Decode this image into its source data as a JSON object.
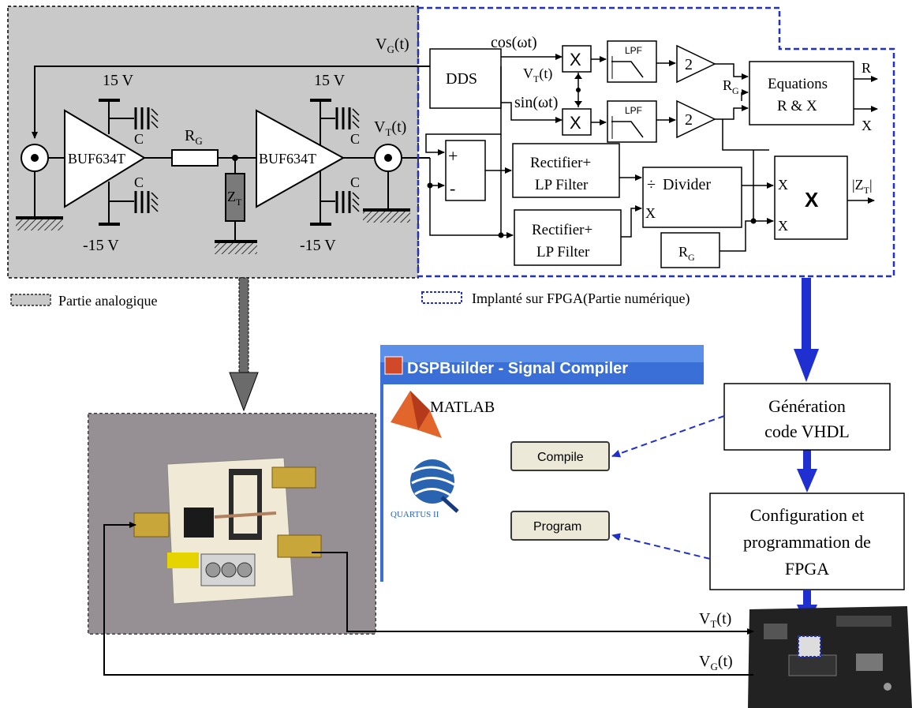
{
  "analog": {
    "vg_label": "V",
    "vg_sub": "G",
    "vg_suffix": "(t)",
    "supply_top": "15 V",
    "supply_bottom": "-15 V",
    "supply_top2": "15 V",
    "supply_bottom2": "-15 V",
    "buffer1": "BUF634T",
    "buffer2": "BUF634T",
    "cap_label": "C",
    "rg_label": "R",
    "rg_sub": "G",
    "zt_label": "Z",
    "zt_sub": "T",
    "vt_label": "V",
    "vt_sub": "T",
    "vt_suffix": "(t)"
  },
  "digital": {
    "dds": "DDS",
    "cos_label": "cos(ωt)",
    "sin_label": "sin(ωt)",
    "vt_label": "V",
    "vt_sub": "T",
    "vt_suffix": "(t)",
    "mult": "X",
    "lpf": "LPF",
    "gain": "2",
    "rg_label": "R",
    "rg_sub": "G",
    "equations_line1": "Equations",
    "equations_line2": "R & X",
    "out_r": "R",
    "out_x": "X",
    "plus": "+",
    "minus": "-",
    "rect1_line1": "Rectifier+",
    "rect1_line2": "LP Filter",
    "rect2_line1": "Rectifier+",
    "rect2_line2": "LP Filter",
    "divider_symbol": "÷",
    "divider": "Divider",
    "divider_x": "X",
    "big_mult": "X",
    "big_mult_in1": "X",
    "big_mult_in2": "X",
    "zt_out": "|Z",
    "zt_out_sub": "T",
    "zt_out_suffix": "|",
    "rg_box": "R",
    "rg_box_sub": "G"
  },
  "legend": {
    "analog": "Partie analogique",
    "digital": "Implanté sur FPGA(Partie numérique)"
  },
  "software": {
    "window_title": "DSPBuilder - Signal Compiler",
    "matlab": "MATLAB",
    "quartus": "QUARTUS II",
    "compile_button": "Compile",
    "program_button": "Program"
  },
  "flow": {
    "vhdl_line1": "Génération",
    "vhdl_line2": "code VHDL",
    "config_line1": "Configuration et",
    "config_line2": "programmation de",
    "config_line3": "FPGA"
  },
  "board": {
    "vt_label": "V",
    "vt_sub": "T",
    "vt_suffix": "(t)",
    "vg_label": "V",
    "vg_sub": "G",
    "vg_suffix": "(t)"
  },
  "colors": {
    "analog_bg": "#c9c9c9",
    "digital_border": "#1f2fd0",
    "arrow_blue": "#1f2fd0",
    "arrow_gray": "#6b6b6b",
    "zt_fill": "#7a7a7a"
  }
}
